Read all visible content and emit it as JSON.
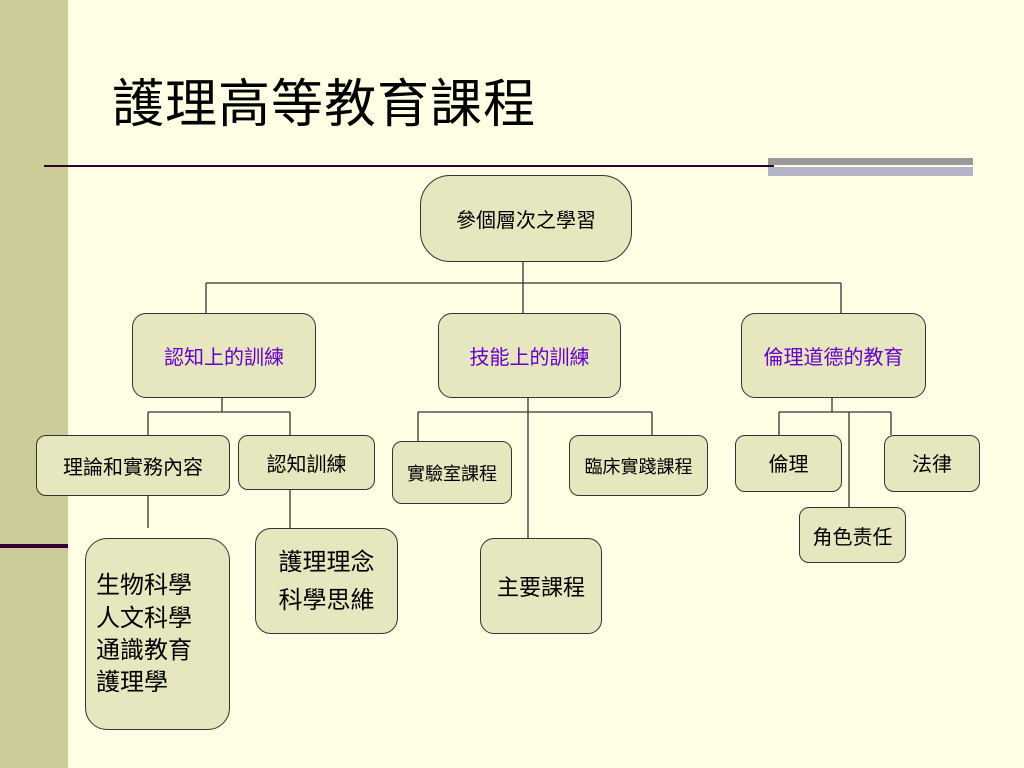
{
  "slide": {
    "title": "護理高等教育課程"
  },
  "diagram": {
    "root": "參個層次之學習",
    "branches": {
      "cognitive": {
        "label": "認知上的訓練",
        "theory": "理論和實務內容",
        "training": "認知訓練",
        "subjects": [
          "生物科學",
          "人文科學",
          "通識教育",
          "護理學"
        ],
        "concepts": [
          "護理理念",
          "科學思維"
        ]
      },
      "skills": {
        "label": "技能上的訓練",
        "lab": "實驗室課程",
        "clinical": "臨床實踐課程",
        "core": "主要課程"
      },
      "ethics": {
        "label": "倫理道德的教育",
        "ethics": "倫理",
        "law": "法律",
        "role": "角色责任"
      }
    }
  }
}
